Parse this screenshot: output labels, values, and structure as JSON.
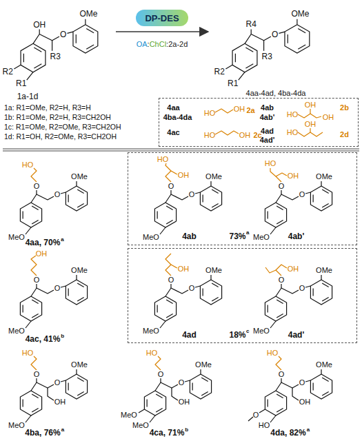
{
  "diagram": {
    "nodes": [
      {
        "text": [
          "DP-DES"
        ]
      },
      {
        "text": [
          "4aa",
          "4ba-4da",
          "2a",
          "4ab",
          "4ab'",
          "2b",
          "4ac",
          "2c",
          "4ad",
          "4ad'",
          "2d"
        ]
      },
      {
        "text": [
          "4ab",
          "73%",
          "a",
          "4ab'"
        ]
      },
      {
        "text": [
          "4ad",
          "18%",
          "c",
          "4ad'"
        ]
      }
    ],
    "labels": [
      "R1",
      "R2",
      "OH",
      "R3",
      "O",
      "OMe",
      "R4",
      "R1",
      "R2",
      "R3",
      "O",
      "OMe",
      "4aa-4ad, 4ba-4da",
      "1a-1d",
      "1a: R1=OMe, R2=H, R3=H",
      "1b: R1=OMe, R2=H, R3=CH2OH",
      "1c: R1=OMe, R2=OMe, R3=CH2OH",
      "1d: R1=OH, R2=OMe, R3=CH2OH",
      "OA",
      ":",
      "ChCl",
      ":2a-2d",
      "HO",
      "OH",
      "HO",
      "OH",
      "OH",
      "HO",
      "OH",
      "HO",
      "OH",
      "MeO",
      "O",
      "O",
      "OMe",
      "HO",
      "4aa, 70%",
      "a",
      "MeO",
      "O",
      "O",
      "OMe",
      "OH",
      "HO",
      "MeO",
      "O",
      "O",
      "OMe",
      "HO",
      "OH",
      "MeO",
      "O",
      "O",
      "OMe",
      "OH",
      "4ac, 41%",
      "b",
      "MeO",
      "O",
      "O",
      "OMe",
      "OH",
      "MeO",
      "O",
      "O",
      "OMe",
      "OH",
      "MeO",
      "O",
      "O",
      "OMe",
      "HO",
      "OH",
      "4ba, 76%",
      "a",
      "MeO",
      "MeO",
      "O",
      "O",
      "OMe",
      "HO",
      "OH",
      "4ca, 71%",
      "b",
      "HO",
      "O",
      "O",
      "O",
      "OMe",
      "HO",
      "OH",
      "4da, 82%",
      "a"
    ]
  }
}
